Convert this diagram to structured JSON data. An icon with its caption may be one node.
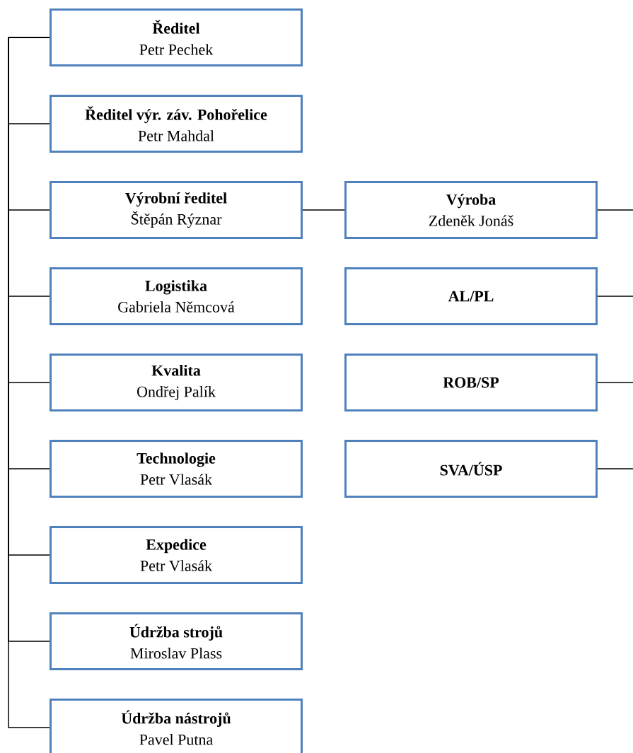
{
  "diagram": {
    "nodes": [
      {
        "text": [
          "Ředitel",
          "Petr Pechek"
        ]
      },
      {
        "text": [
          "Ředitel výr. záv. Pohořelice",
          "Petr Mahdal"
        ]
      },
      {
        "text": [
          "Výrobní ředitel",
          "Štěpán Rýznar"
        ]
      },
      {
        "text": [
          "Logistika",
          "Gabriela Němcová"
        ]
      },
      {
        "text": [
          "Kvalita",
          "Ondřej Palík"
        ]
      },
      {
        "text": [
          "Technologie",
          "Petr Vlasák"
        ]
      },
      {
        "text": [
          "Expedice",
          "Petr Vlasák"
        ]
      },
      {
        "text": [
          "Údržba strojů",
          "Miroslav Plass"
        ]
      },
      {
        "text": [
          "Údržba nástrojů",
          "Pavel Putna"
        ]
      },
      {
        "text": [
          "Výroba",
          "Zdeněk Jonáš"
        ]
      },
      {
        "text": [
          "AL/PL"
        ]
      },
      {
        "text": [
          "ROB/SP"
        ]
      },
      {
        "text": [
          "SVA/ÚSP"
        ]
      }
    ],
    "edges": [
      {
        "from": 0,
        "to": 1,
        "arrow": "none"
      },
      {
        "from": 0,
        "to": 2,
        "arrow": "none"
      },
      {
        "from": 0,
        "to": 3,
        "arrow": "none"
      },
      {
        "from": 0,
        "to": 4,
        "arrow": "none"
      },
      {
        "from": 0,
        "to": 5,
        "arrow": "none"
      },
      {
        "from": 0,
        "to": 6,
        "arrow": "none"
      },
      {
        "from": 0,
        "to": 7,
        "arrow": "none"
      },
      {
        "from": 0,
        "to": 8,
        "arrow": "none"
      },
      {
        "from": 2,
        "to": 9,
        "arrow": "none"
      },
      {
        "from": 9,
        "to": null,
        "arrow": "none"
      },
      {
        "from": 10,
        "to": null,
        "arrow": "none"
      },
      {
        "from": 11,
        "to": null,
        "arrow": "none"
      },
      {
        "from": 12,
        "to": null,
        "arrow": "none"
      }
    ]
  }
}
